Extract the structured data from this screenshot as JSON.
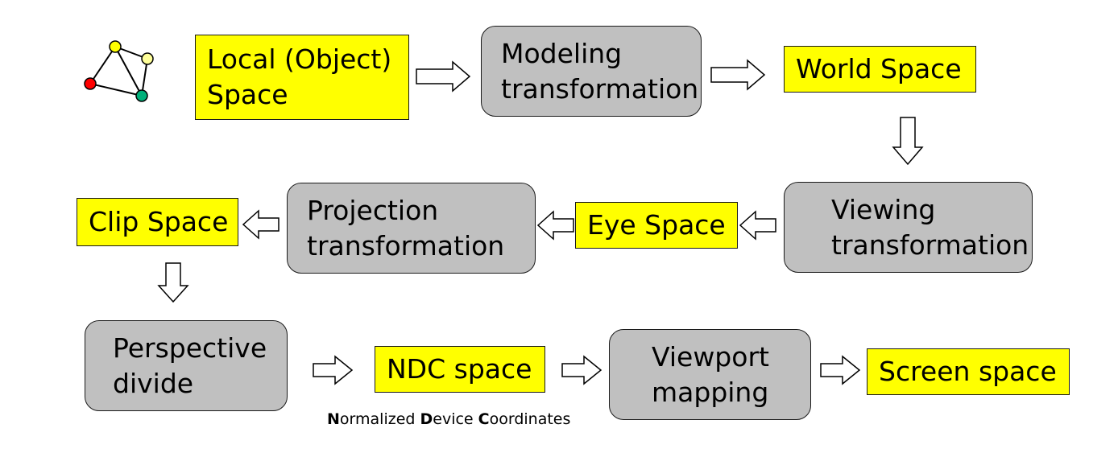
{
  "nodes": {
    "local_space": {
      "line1": "Local (Object)",
      "line2": "Space"
    },
    "modeling": {
      "line1": "Modeling",
      "line2": "transformation"
    },
    "world_space": {
      "label": "World Space"
    },
    "viewing": {
      "line1": "Viewing",
      "line2": "transformation"
    },
    "eye_space": {
      "label": "Eye Space"
    },
    "projection": {
      "line1": "Projection",
      "line2": "transformation"
    },
    "clip_space": {
      "label": "Clip Space"
    },
    "perspective": {
      "line1": "Perspective",
      "line2": "divide"
    },
    "ndc_space": {
      "label": "NDC space"
    },
    "viewport": {
      "line1": "Viewport",
      "line2": "mapping"
    },
    "screen_space": {
      "label": "Screen space"
    }
  },
  "ndc_caption": {
    "n_initial": "N",
    "n_rest": "ormalized ",
    "d_initial": "D",
    "d_rest": "evice ",
    "c_initial": "C",
    "c_rest": "oordinates"
  },
  "colors": {
    "space_fill": "#ffff00",
    "transform_fill": "#c0c0c0",
    "vertex_yellow": "#ffff00",
    "vertex_pale_yellow": "#ffff99",
    "vertex_red": "#ff0000",
    "vertex_green": "#00b07a"
  },
  "icons": {
    "mesh": "triangle-mesh-icon",
    "arrow": "hollow-block-arrow"
  }
}
